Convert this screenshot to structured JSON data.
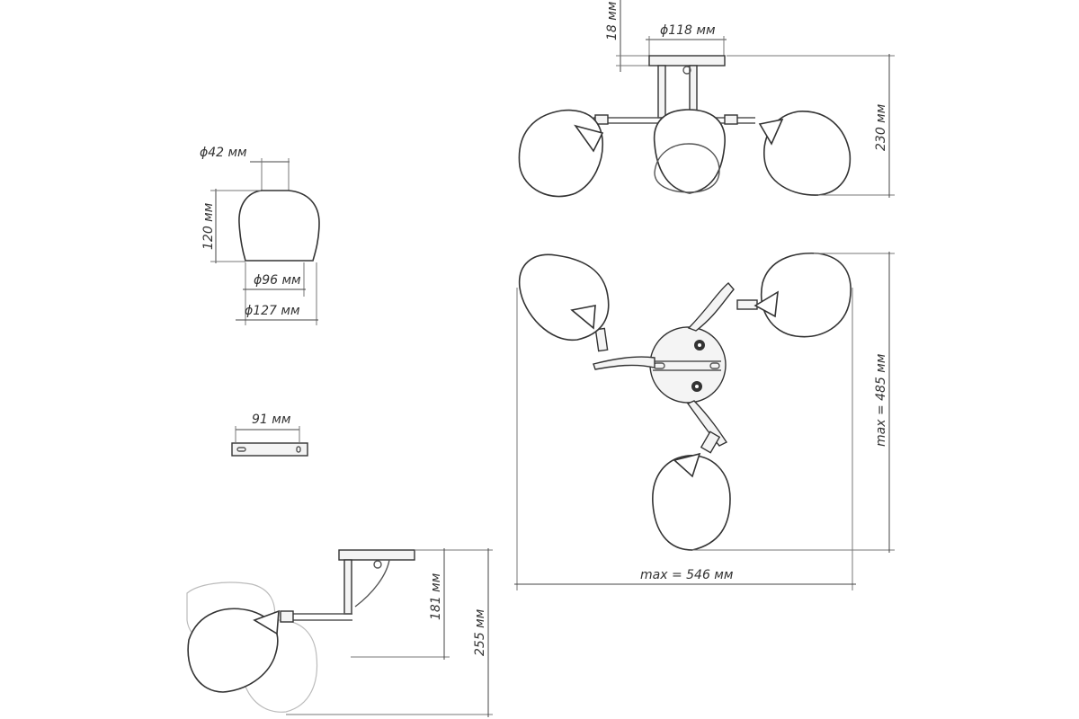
{
  "colors": {
    "stroke": "#333333",
    "background": "#ffffff",
    "ghost": "#bbbbbb"
  },
  "dimensions": {
    "shade_top_diameter": "ϕ42 мм",
    "shade_height": "120 мм",
    "shade_opening_diameter": "ϕ96 мм",
    "shade_max_diameter": "ϕ127 мм",
    "bracket_length": "91 мм",
    "canopy_height": "18 мм",
    "canopy_diameter": "ϕ118 мм",
    "total_height_front": "230 мм",
    "max_depth_top": "max = 485 мм",
    "max_width_top": "max = 546 мм",
    "side_height_arm": "181 мм",
    "side_height_total": "255 мм"
  }
}
